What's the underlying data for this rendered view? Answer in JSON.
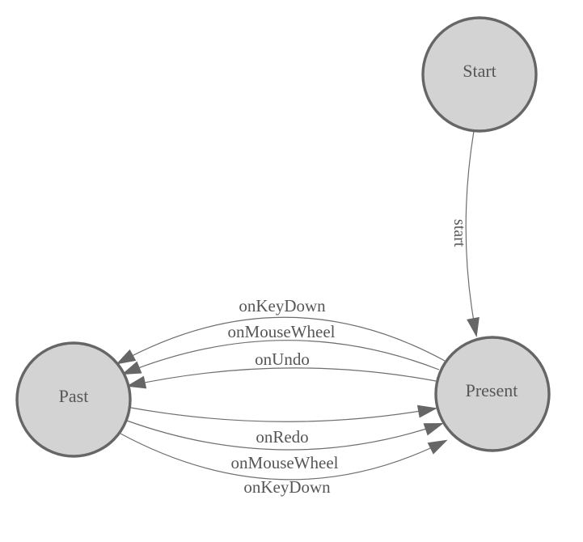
{
  "diagram": {
    "type": "state-machine",
    "nodes": [
      {
        "id": "start",
        "label": "Start"
      },
      {
        "id": "present",
        "label": "Present"
      },
      {
        "id": "past",
        "label": "Past"
      }
    ],
    "edges": [
      {
        "from": "start",
        "to": "present",
        "label": "start"
      },
      {
        "from": "present",
        "to": "past",
        "label": "onKeyDown"
      },
      {
        "from": "present",
        "to": "past",
        "label": "onMouseWheel"
      },
      {
        "from": "present",
        "to": "past",
        "label": "onUndo"
      },
      {
        "from": "past",
        "to": "present",
        "label": "onRedo"
      },
      {
        "from": "past",
        "to": "present",
        "label": "onMouseWheel"
      },
      {
        "from": "past",
        "to": "present",
        "label": "onKeyDown"
      }
    ],
    "colors": {
      "background": "#ffffff",
      "node_fill": "#d3d3d3",
      "node_stroke": "#666666",
      "edge_stroke": "#6e6e6e",
      "arrow_fill": "#666666",
      "label_text": "#565656"
    }
  }
}
